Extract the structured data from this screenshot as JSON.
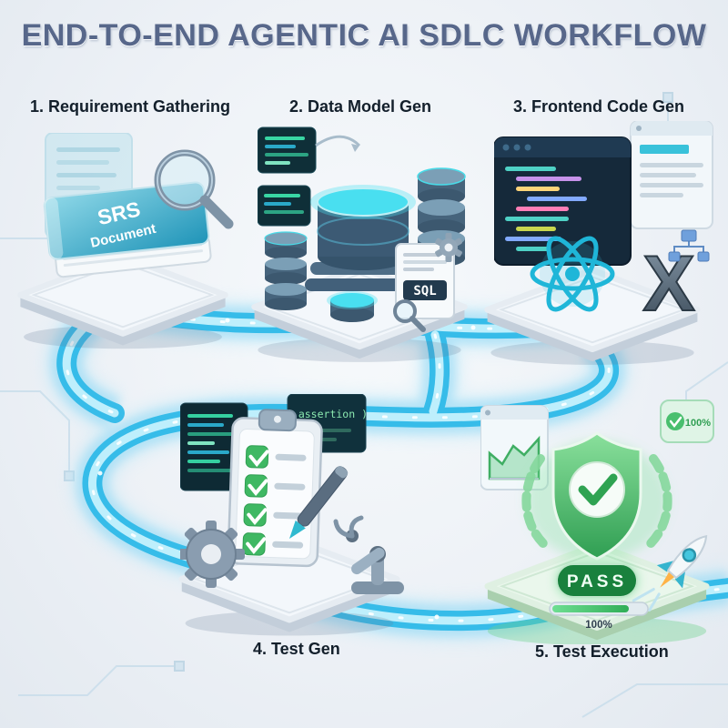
{
  "title": "END-TO-END AGENTIC AI SDLC WORKFLOW",
  "stages": [
    {
      "id": 1,
      "label": "1. Requirement Gathering",
      "artifacts": {
        "book_line1": "SRS",
        "book_line2": "Document"
      }
    },
    {
      "id": 2,
      "label": "2. Data Model Gen",
      "artifacts": {
        "sql_label": "SQL"
      }
    },
    {
      "id": 3,
      "label": "3. Frontend Code Gen",
      "artifacts": {
        "framework_letter": "X"
      }
    },
    {
      "id": 4,
      "label": "4. Test Gen",
      "artifacts": {
        "code_snippet": "( assertion )"
      }
    },
    {
      "id": 5,
      "label": "5. Test Execution",
      "artifacts": {
        "pass_label": "PASS",
        "score_badge": "100%",
        "progress_label": "100%"
      }
    }
  ],
  "icons": {
    "magnifier": "🔍",
    "srs_book": "📘",
    "document": "📄",
    "database_stack": "🗄",
    "gear": "⚙",
    "code_window": "💻",
    "react_logo": "atom-orbits",
    "framework_logo": "X-glyph",
    "clipboard_checklist": "📋",
    "pen": "🖊",
    "robot_arm": "🦾",
    "shield_check": "✅",
    "laurel": "🌿",
    "rocket": "🚀",
    "progress_bar": "▰▰▰▱"
  },
  "colors": {
    "background": "#edf1f6",
    "title_text": "#57678a",
    "label_text": "#131f2b",
    "road_main": "#2fb9e8",
    "road_core": "#c6f1fd",
    "db_teal": "#49dff0",
    "code_panel": "#10313c",
    "code_green": "#35d0a0",
    "success_green": "#2f9e52",
    "pass_pill": "#19813d",
    "check_green": "#3fb863",
    "accent_cyan": "#1fb6d8"
  }
}
